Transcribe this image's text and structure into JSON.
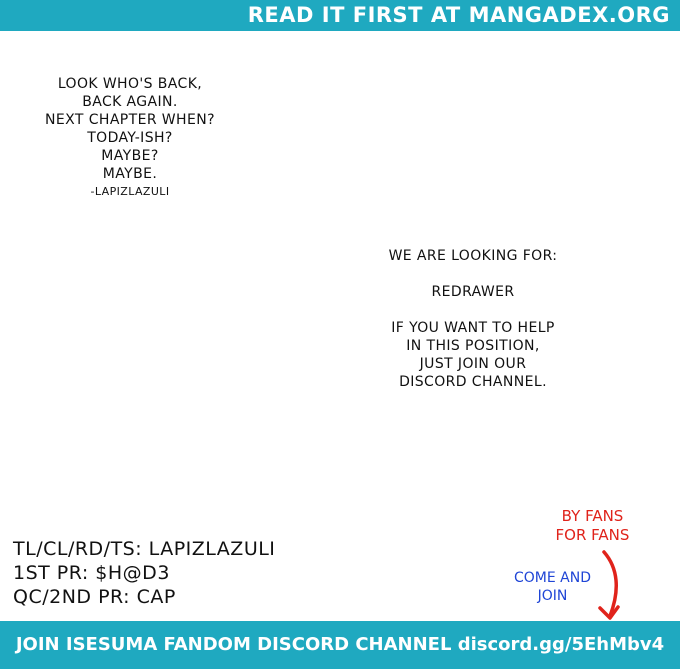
{
  "header": {
    "text": "READ IT FIRST AT MANGADEX.ORG"
  },
  "note": {
    "lines": [
      "LOOK WHO'S BACK,",
      "BACK AGAIN.",
      "NEXT CHAPTER WHEN?",
      "TODAY-ISH?",
      "MAYBE?",
      "MAYBE."
    ],
    "signature": "-LAPIZLAZULI"
  },
  "recruit": {
    "heading": "WE ARE LOOKING FOR:",
    "role": "REDRAWER",
    "lines": [
      "IF YOU WANT TO HELP",
      "IN THIS POSITION,",
      "JUST JOIN OUR",
      "DISCORD CHANNEL."
    ]
  },
  "credits": [
    "TL/CL/RD/TS: LAPIZLAZULI",
    "1ST PR: $H@D3",
    "QC/2ND PR: CAP"
  ],
  "by_fans": [
    "BY FANS",
    "FOR FANS"
  ],
  "come_join": [
    "COME AND",
    "JOIN"
  ],
  "footer": {
    "text": "JOIN ISESUMA FANDOM DISCORD CHANNEL discord.gg/5EhMbv4"
  },
  "colors": {
    "bar": "#1fa9c0",
    "red": "#e0231b",
    "blue": "#1f45d6"
  },
  "icons": {
    "arrow": "curved-arrow-down-icon"
  }
}
